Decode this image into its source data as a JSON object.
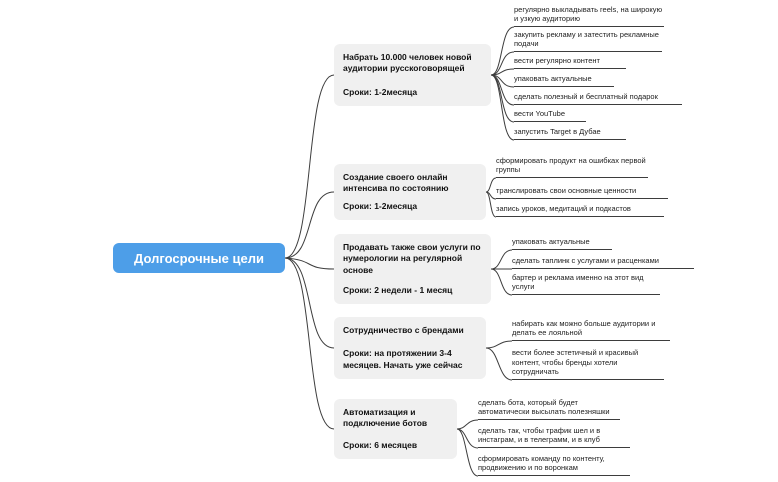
{
  "root": {
    "label": "Долгосрочные цели"
  },
  "branches": [
    {
      "title": "Набрать 10.000 человек новой аудитории русскоговорящей",
      "deadline": "Сроки: 1-2месяца",
      "leaves": [
        "регулярно выкладывать reels, на широкую и узкую аудиторию",
        "закупить рекламу и затестить рекламные подачи",
        "вести регулярно контент",
        "упаковать актуальные",
        "сделать полезный и бесплатный подарок",
        "вести YouTube",
        "запустить Target в Дубае"
      ]
    },
    {
      "title": "Создание своего онлайн интенсива по состоянию",
      "deadline": "Сроки: 1-2месяца",
      "leaves": [
        "сформировать продукт на ошибках первой группы",
        "транслировать свои основные ценности",
        "запись уроков, медитаций и подкастов"
      ]
    },
    {
      "title": "Продавать также свои услуги по нумерологии на регулярной основе",
      "deadline": "Сроки: 2 недели - 1 месяц",
      "leaves": [
        "упаковать актуальные",
        "сделать таплинк с услугами и расценками",
        "бартер и реклама именно на этот вид услуги"
      ]
    },
    {
      "title": "Сотрудничество с брендами",
      "deadline": "Сроки: на протяжении 3-4 месяцев. Начать уже сейчас",
      "leaves": [
        "набирать как можно больше аудитории и делать ее лояльной",
        "вести более эстетичный и красивый контент, чтобы бренды хотели сотрудничать"
      ]
    },
    {
      "title": "Автоматизация и подключение ботов",
      "deadline": "Сроки: 6 месяцев",
      "leaves": [
        "сделать бота, который будет автоматически высылать полезняшки",
        "сделать так, чтобы трафик шел и в инстаграм, и в телеграмм, и в клуб",
        "сформировать команду по контенту, продвижению и по воронкам"
      ]
    }
  ],
  "colors": {
    "root_bg": "#4D9EE8",
    "root_text": "#FFFFFF",
    "branch_bg": "#F0F0F0",
    "line": "#3D3D3D"
  }
}
